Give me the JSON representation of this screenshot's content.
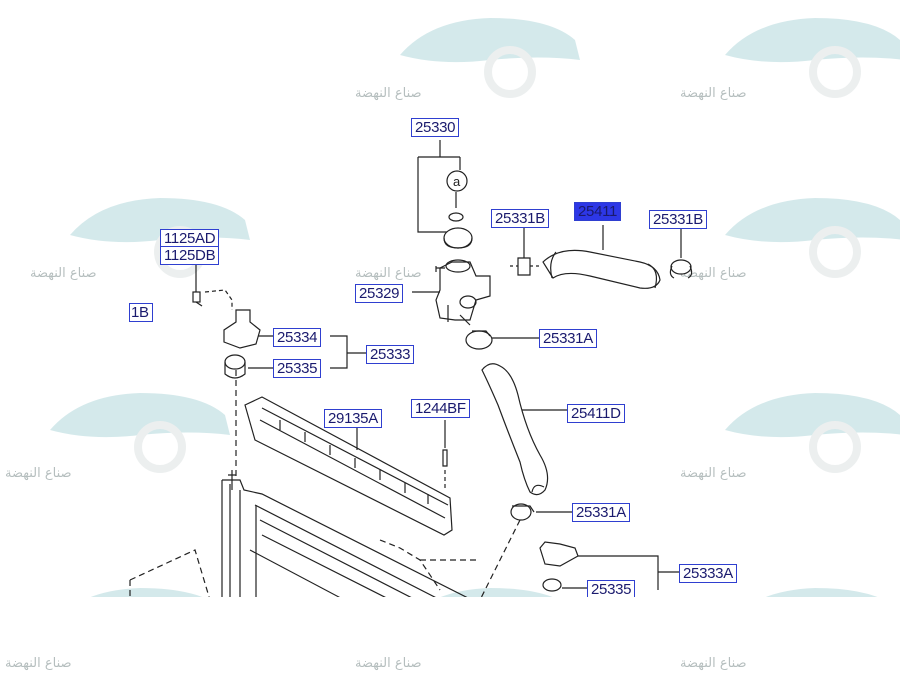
{
  "watermark": {
    "text": "صناع النهضة",
    "brand_color": "#2ab0b8"
  },
  "parts": {
    "p25330": "25330",
    "p25331B_left": "25331B",
    "p25411": "25411",
    "p25331B_right": "25331B",
    "p1125AD": "1125AD",
    "p1125DB": "1125DB",
    "p1B": "1B",
    "p25329": "25329",
    "p25334": "25334",
    "p25333": "25333",
    "p25335": "25335",
    "p25331A_top": "25331A",
    "p29135A": "29135A",
    "p1244BF": "1244BF",
    "p25411D": "25411D",
    "p25331A_bottom": "25331A",
    "p25333A": "25333A",
    "p25335_bottom": "25335"
  },
  "callout": "a",
  "colors": {
    "label_border": "#2f3fd0",
    "label_text": "#1a1a6e",
    "highlight": "#2d37e6",
    "line": "#222222"
  }
}
